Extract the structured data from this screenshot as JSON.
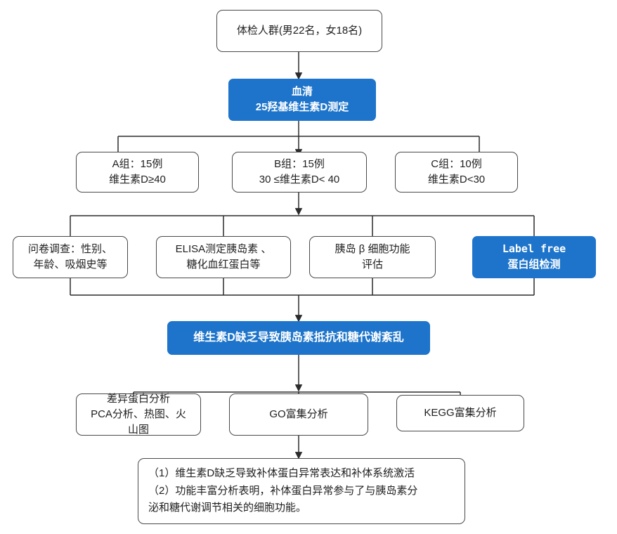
{
  "diagram": {
    "title": "维生素D与胰岛素抵抗研究流程图",
    "colors": {
      "accent": "#1d74ca",
      "box_border": "#4a4a4a",
      "box_fill": "#ffffff",
      "connector": "#2b2b2b",
      "text": "#1f1f1f",
      "accent_text": "#ffffff"
    },
    "nodes": {
      "cohort": "体检人群(男22名，女18名)",
      "serum_assay": "血清\n25羟基维生素D测定",
      "group_a": "A组：15例\n维生素D≥40",
      "group_b": "B组：15例\n30 ≤维生素D< 40",
      "group_c": "C组：10例\n维生素D<30",
      "questionnaire": "问卷调查：性别、\n年龄、吸烟史等",
      "elisa": "ELISA测定胰岛素 、\n糖化血红蛋白等",
      "beta_cell": "胰岛 β 细胞功能\n评估",
      "label_free": "Label free\n蛋白组检测",
      "finding_banner": "维生素D缺乏导致胰岛素抵抗和糖代谢紊乱",
      "diff_protein": "差异蛋白分析\nPCA分析、热图、火\n山图",
      "go_enrichment": "GO富集分析",
      "kegg_enrichment": "KEGG富集分析",
      "conclusion": "（1）维生素D缺乏导致补体蛋白异常表达和补体系统激活\n（2）功能丰富分析表明，补体蛋白异常参与了与胰岛素分\n泌和糖代谢调节相关的细胞功能。"
    }
  }
}
